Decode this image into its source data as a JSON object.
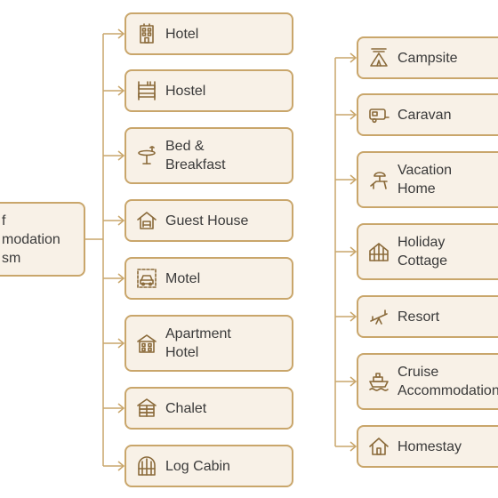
{
  "root": {
    "label": "f\nmodation\nsm"
  },
  "left_column": [
    {
      "label": "Hotel",
      "icon": "hotel-icon"
    },
    {
      "label": "Hostel",
      "icon": "bunk-bed-icon"
    },
    {
      "label": "Bed &\nBreakfast",
      "icon": "table-icon"
    },
    {
      "label": "Guest House",
      "icon": "house-bed-icon"
    },
    {
      "label": "Motel",
      "icon": "car-icon"
    },
    {
      "label": "Apartment\nHotel",
      "icon": "apartment-icon"
    },
    {
      "label": "Chalet",
      "icon": "chalet-icon"
    },
    {
      "label": "Log Cabin",
      "icon": "cabin-icon"
    }
  ],
  "right_column": [
    {
      "label": "Campsite",
      "icon": "tent-icon"
    },
    {
      "label": "Caravan",
      "icon": "caravan-icon"
    },
    {
      "label": "Vacation\nHome",
      "icon": "beach-chair-icon"
    },
    {
      "label": "Holiday\nCottage",
      "icon": "cottage-icon"
    },
    {
      "label": "Resort",
      "icon": "seesaw-icon"
    },
    {
      "label": "Cruise\nAccommodation",
      "icon": "ship-icon"
    },
    {
      "label": "Homestay",
      "icon": "home-icon"
    }
  ],
  "colors": {
    "accent": "#c9a66b",
    "box_fill": "#f8f1e7",
    "icon": "#8a6a3a",
    "text": "#3a3a3a"
  }
}
